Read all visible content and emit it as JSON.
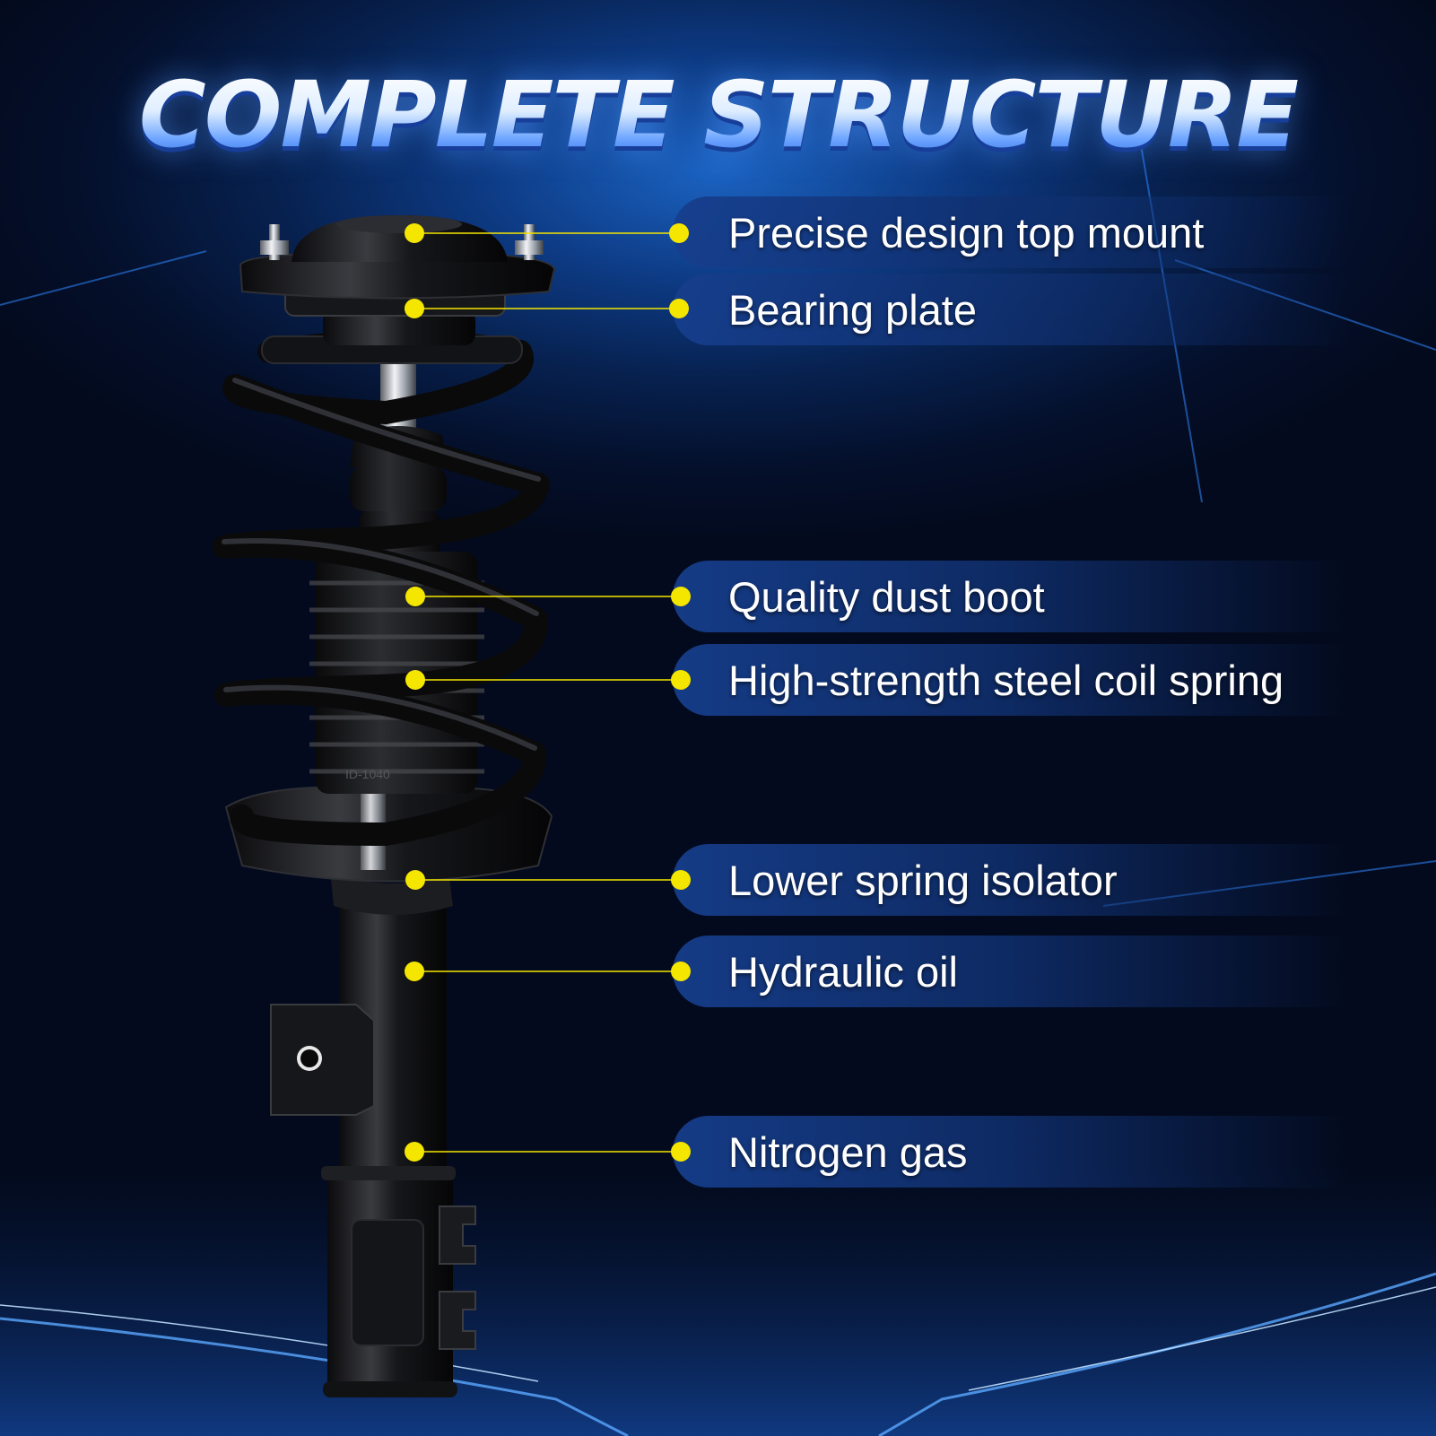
{
  "title": "COMPLETE STRUCTURE",
  "stamp": "ID-1040",
  "colors": {
    "accent": "#f5e600",
    "background": "#061a44",
    "pill": "#163e8c"
  },
  "labels": [
    {
      "text": "Precise design top mount"
    },
    {
      "text": "Bearing plate"
    },
    {
      "text": "Quality dust boot"
    },
    {
      "text": "High-strength steel coil spring"
    },
    {
      "text": "Lower spring isolator"
    },
    {
      "text": "Hydraulic oil"
    },
    {
      "text": "Nitrogen gas"
    }
  ]
}
